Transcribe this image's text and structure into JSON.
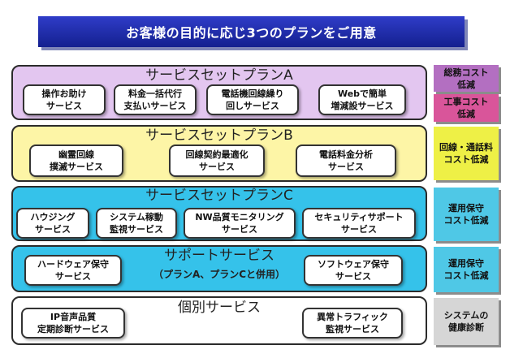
{
  "header": {
    "title": "お客様の目的に応じ3つのプランをご用意"
  },
  "plans": [
    {
      "title": "サービスセットプランA",
      "services": [
        [
          "操作お助け",
          "サービス"
        ],
        [
          "料金一括代行",
          "支払いサービス"
        ],
        [
          "電話機回線繰り",
          "回しサービス"
        ],
        [
          "Webで簡単",
          "増減設サービス"
        ]
      ],
      "sides": [
        [
          "総務コスト",
          "低減"
        ],
        [
          "工事コスト",
          "低減"
        ]
      ]
    },
    {
      "title": "サービスセットプランB",
      "services": [
        [
          "幽霊回線",
          "撲滅サービス"
        ],
        [
          "回線契約最適化",
          "サービス"
        ],
        [
          "電話料金分析",
          "サービス"
        ]
      ],
      "sides": [
        [
          "回線・通話料",
          "コスト低減"
        ]
      ]
    },
    {
      "title": "サービスセットプランC",
      "services": [
        [
          "ハウジング",
          "サービス"
        ],
        [
          "システム稼動",
          "監視サービス"
        ],
        [
          "NW品質モニタリング",
          "サービス"
        ],
        [
          "セキュリティサポート",
          "サービス"
        ]
      ],
      "sides": [
        [
          "運用保守",
          "コスト低減"
        ]
      ]
    },
    {
      "title": "サポートサービス",
      "subtitle": "（プランA、プランCと併用）",
      "services": [
        [
          "ハードウェア保守",
          "サービス"
        ],
        [
          "ソフトウェア保守",
          "サービス"
        ]
      ],
      "sides": [
        [
          "運用保守",
          "コスト低減"
        ]
      ]
    },
    {
      "title": "個別サービス",
      "services": [
        [
          "IP音声品質",
          "定期診断サービス"
        ],
        [
          "異常トラフィック",
          "監視サービス"
        ]
      ],
      "sides": [
        [
          "システムの",
          "健康診断"
        ]
      ]
    }
  ],
  "colors": {
    "plan_a": "#e3c6f0",
    "plan_b": "#fdf5a6",
    "plan_c": "#35c2ea",
    "support": "#35c2ea",
    "individual": "#ffffff",
    "side_purple": "#b36fc1",
    "side_pink": "#d9559a",
    "side_yellow": "#eef046",
    "side_cyan": "#4fc8e6",
    "side_gray": "#d6d6d6",
    "banner": "#1f2ba8"
  }
}
